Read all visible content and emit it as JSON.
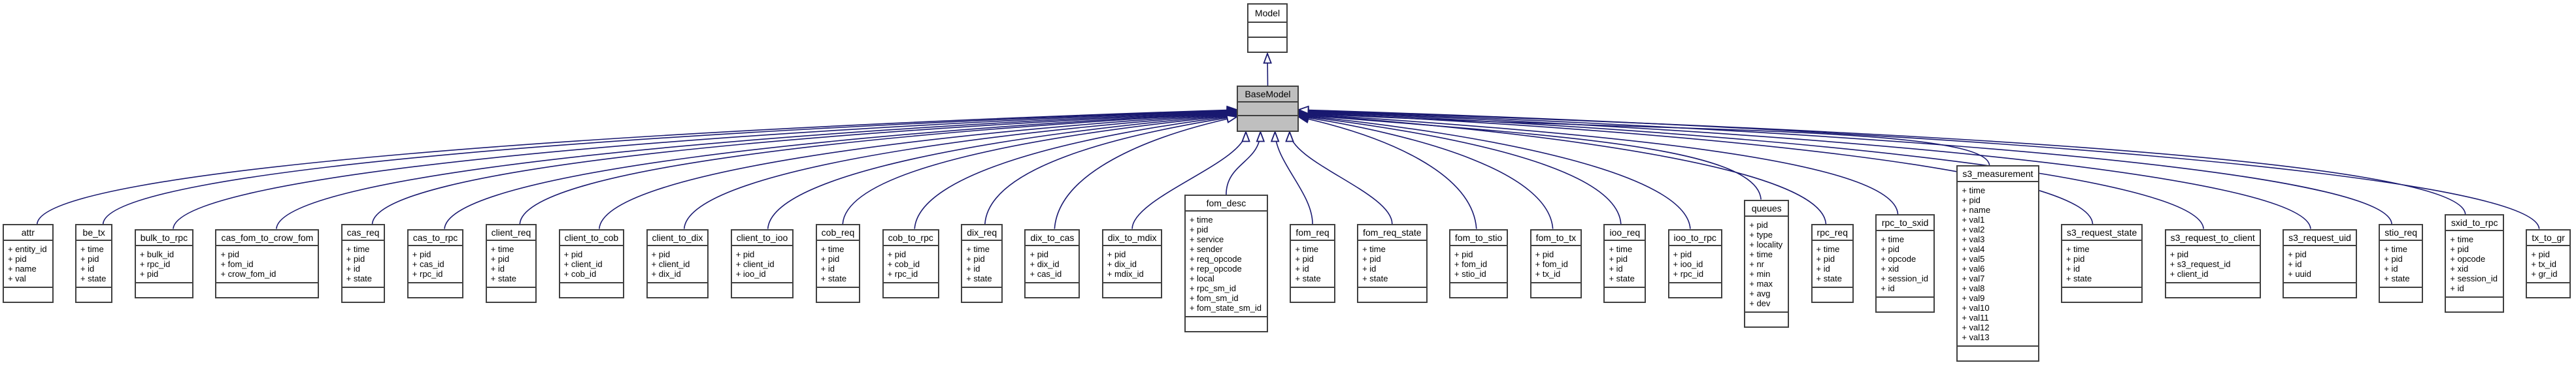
{
  "diagram": {
    "edge_color": "#191970",
    "box_border_color": "#404040",
    "base_class_fill": "#bfbfbf",
    "background_color": "#ffffff",
    "root_class": {
      "name": "Model"
    },
    "base_class": {
      "name": "BaseModel"
    },
    "classes": [
      {
        "name": "attr",
        "attrs": [
          "+ entity_id",
          "+ pid",
          "+ name",
          "+ val"
        ]
      },
      {
        "name": "be_tx",
        "attrs": [
          "+ time",
          "+ pid",
          "+ id",
          "+ state"
        ]
      },
      {
        "name": "bulk_to_rpc",
        "attrs": [
          "+ bulk_id",
          "+ rpc_id",
          "+ pid"
        ]
      },
      {
        "name": "cas_fom_to_crow_fom",
        "attrs": [
          "+ pid",
          "+ fom_id",
          "+ crow_fom_id"
        ]
      },
      {
        "name": "cas_req",
        "attrs": [
          "+ time",
          "+ pid",
          "+ id",
          "+ state"
        ]
      },
      {
        "name": "cas_to_rpc",
        "attrs": [
          "+ pid",
          "+ cas_id",
          "+ rpc_id"
        ]
      },
      {
        "name": "client_req",
        "attrs": [
          "+ time",
          "+ pid",
          "+ id",
          "+ state"
        ]
      },
      {
        "name": "client_to_cob",
        "attrs": [
          "+ pid",
          "+ client_id",
          "+ cob_id"
        ]
      },
      {
        "name": "client_to_dix",
        "attrs": [
          "+ pid",
          "+ client_id",
          "+ dix_id"
        ]
      },
      {
        "name": "client_to_ioo",
        "attrs": [
          "+ pid",
          "+ client_id",
          "+ ioo_id"
        ]
      },
      {
        "name": "cob_req",
        "attrs": [
          "+ time",
          "+ pid",
          "+ id",
          "+ state"
        ]
      },
      {
        "name": "cob_to_rpc",
        "attrs": [
          "+ pid",
          "+ cob_id",
          "+ rpc_id"
        ]
      },
      {
        "name": "dix_req",
        "attrs": [
          "+ time",
          "+ pid",
          "+ id",
          "+ state"
        ]
      },
      {
        "name": "dix_to_cas",
        "attrs": [
          "+ pid",
          "+ dix_id",
          "+ cas_id"
        ]
      },
      {
        "name": "dix_to_mdix",
        "attrs": [
          "+ pid",
          "+ dix_id",
          "+ mdix_id"
        ]
      },
      {
        "name": "fom_desc",
        "attrs": [
          "+ time",
          "+ pid",
          "+ service",
          "+ sender",
          "+ req_opcode",
          "+ rep_opcode",
          "+ local",
          "+ rpc_sm_id",
          "+ fom_sm_id",
          "+ fom_state_sm_id"
        ]
      },
      {
        "name": "fom_req",
        "attrs": [
          "+ time",
          "+ pid",
          "+ id",
          "+ state"
        ]
      },
      {
        "name": "fom_req_state",
        "attrs": [
          "+ time",
          "+ pid",
          "+ id",
          "+ state"
        ]
      },
      {
        "name": "fom_to_stio",
        "attrs": [
          "+ pid",
          "+ fom_id",
          "+ stio_id"
        ]
      },
      {
        "name": "fom_to_tx",
        "attrs": [
          "+ pid",
          "+ fom_id",
          "+ tx_id"
        ]
      },
      {
        "name": "ioo_req",
        "attrs": [
          "+ time",
          "+ pid",
          "+ id",
          "+ state"
        ]
      },
      {
        "name": "ioo_to_rpc",
        "attrs": [
          "+ pid",
          "+ ioo_id",
          "+ rpc_id"
        ]
      },
      {
        "name": "queues",
        "attrs": [
          "+ pid",
          "+ type",
          "+ locality",
          "+ time",
          "+ nr",
          "+ min",
          "+ max",
          "+ avg",
          "+ dev"
        ]
      },
      {
        "name": "rpc_req",
        "attrs": [
          "+ time",
          "+ pid",
          "+ id",
          "+ state"
        ]
      },
      {
        "name": "rpc_to_sxid",
        "attrs": [
          "+ time",
          "+ pid",
          "+ opcode",
          "+ xid",
          "+ session_id",
          "+ id"
        ]
      },
      {
        "name": "s3_measurement",
        "attrs": [
          "+ time",
          "+ pid",
          "+ name",
          "+ val1",
          "+ val2",
          "+ val3",
          "+ val4",
          "+ val5",
          "+ val6",
          "+ val7",
          "+ val8",
          "+ val9",
          "+ val10",
          "+ val11",
          "+ val12",
          "+ val13"
        ]
      },
      {
        "name": "s3_request_state",
        "attrs": [
          "+ time",
          "+ pid",
          "+ id",
          "+ state"
        ]
      },
      {
        "name": "s3_request_to_client",
        "attrs": [
          "+ pid",
          "+ s3_request_id",
          "+ client_id"
        ]
      },
      {
        "name": "s3_request_uid",
        "attrs": [
          "+ pid",
          "+ id",
          "+ uuid"
        ]
      },
      {
        "name": "stio_req",
        "attrs": [
          "+ time",
          "+ pid",
          "+ id",
          "+ state"
        ]
      },
      {
        "name": "sxid_to_rpc",
        "attrs": [
          "+ time",
          "+ pid",
          "+ opcode",
          "+ xid",
          "+ session_id",
          "+ id"
        ]
      },
      {
        "name": "tx_to_gr",
        "attrs": [
          "+ pid",
          "+ tx_id",
          "+ gr_id"
        ]
      }
    ]
  }
}
